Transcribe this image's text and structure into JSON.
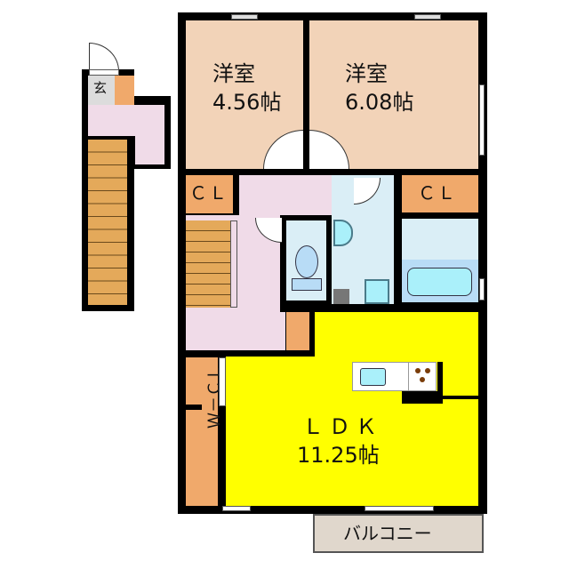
{
  "floorplan": {
    "colors": {
      "wall": "#000000",
      "bedroom": "#f2d3b8",
      "closet": "#f0a96b",
      "hall": "#f0dbe8",
      "stairs": "#e4a95a",
      "genkan": "#dcdcdc",
      "wet": "#daeef6",
      "fixture": "#aaf0fa",
      "ldk": "#ffff00",
      "balcony": "#e0d7cc"
    },
    "rooms": {
      "genkan": {
        "label": "玄"
      },
      "bedroom1": {
        "label": "洋室",
        "size": "4.56帖"
      },
      "bedroom2": {
        "label": "洋室",
        "size": "6.08帖"
      },
      "closet1": {
        "label": "ＣＬ"
      },
      "closet2": {
        "label": "ＣＬ"
      },
      "wcl": {
        "label": "Ｗ－ＣＬ"
      },
      "ldk": {
        "label": "ＬＤＫ",
        "size": "11.25帖"
      },
      "balcony": {
        "label": "バルコニー"
      }
    }
  }
}
